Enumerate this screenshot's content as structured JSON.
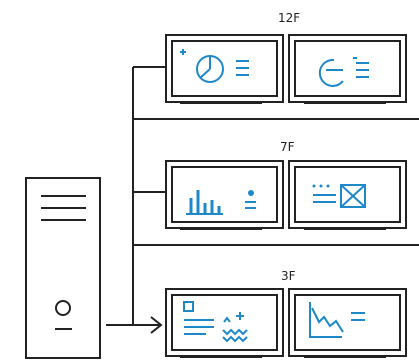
{
  "floors": [
    {
      "label": "12F",
      "screens": [
        "pie-chart-icon",
        "donut-chart-icon"
      ]
    },
    {
      "label": "7F",
      "screens": [
        "bar-chart-icon",
        "document-icon"
      ]
    },
    {
      "label": "3F",
      "screens": [
        "dashboard-icon",
        "line-chart-icon"
      ]
    }
  ],
  "colors": {
    "line": "#222222",
    "accent": "#1e88c9"
  }
}
